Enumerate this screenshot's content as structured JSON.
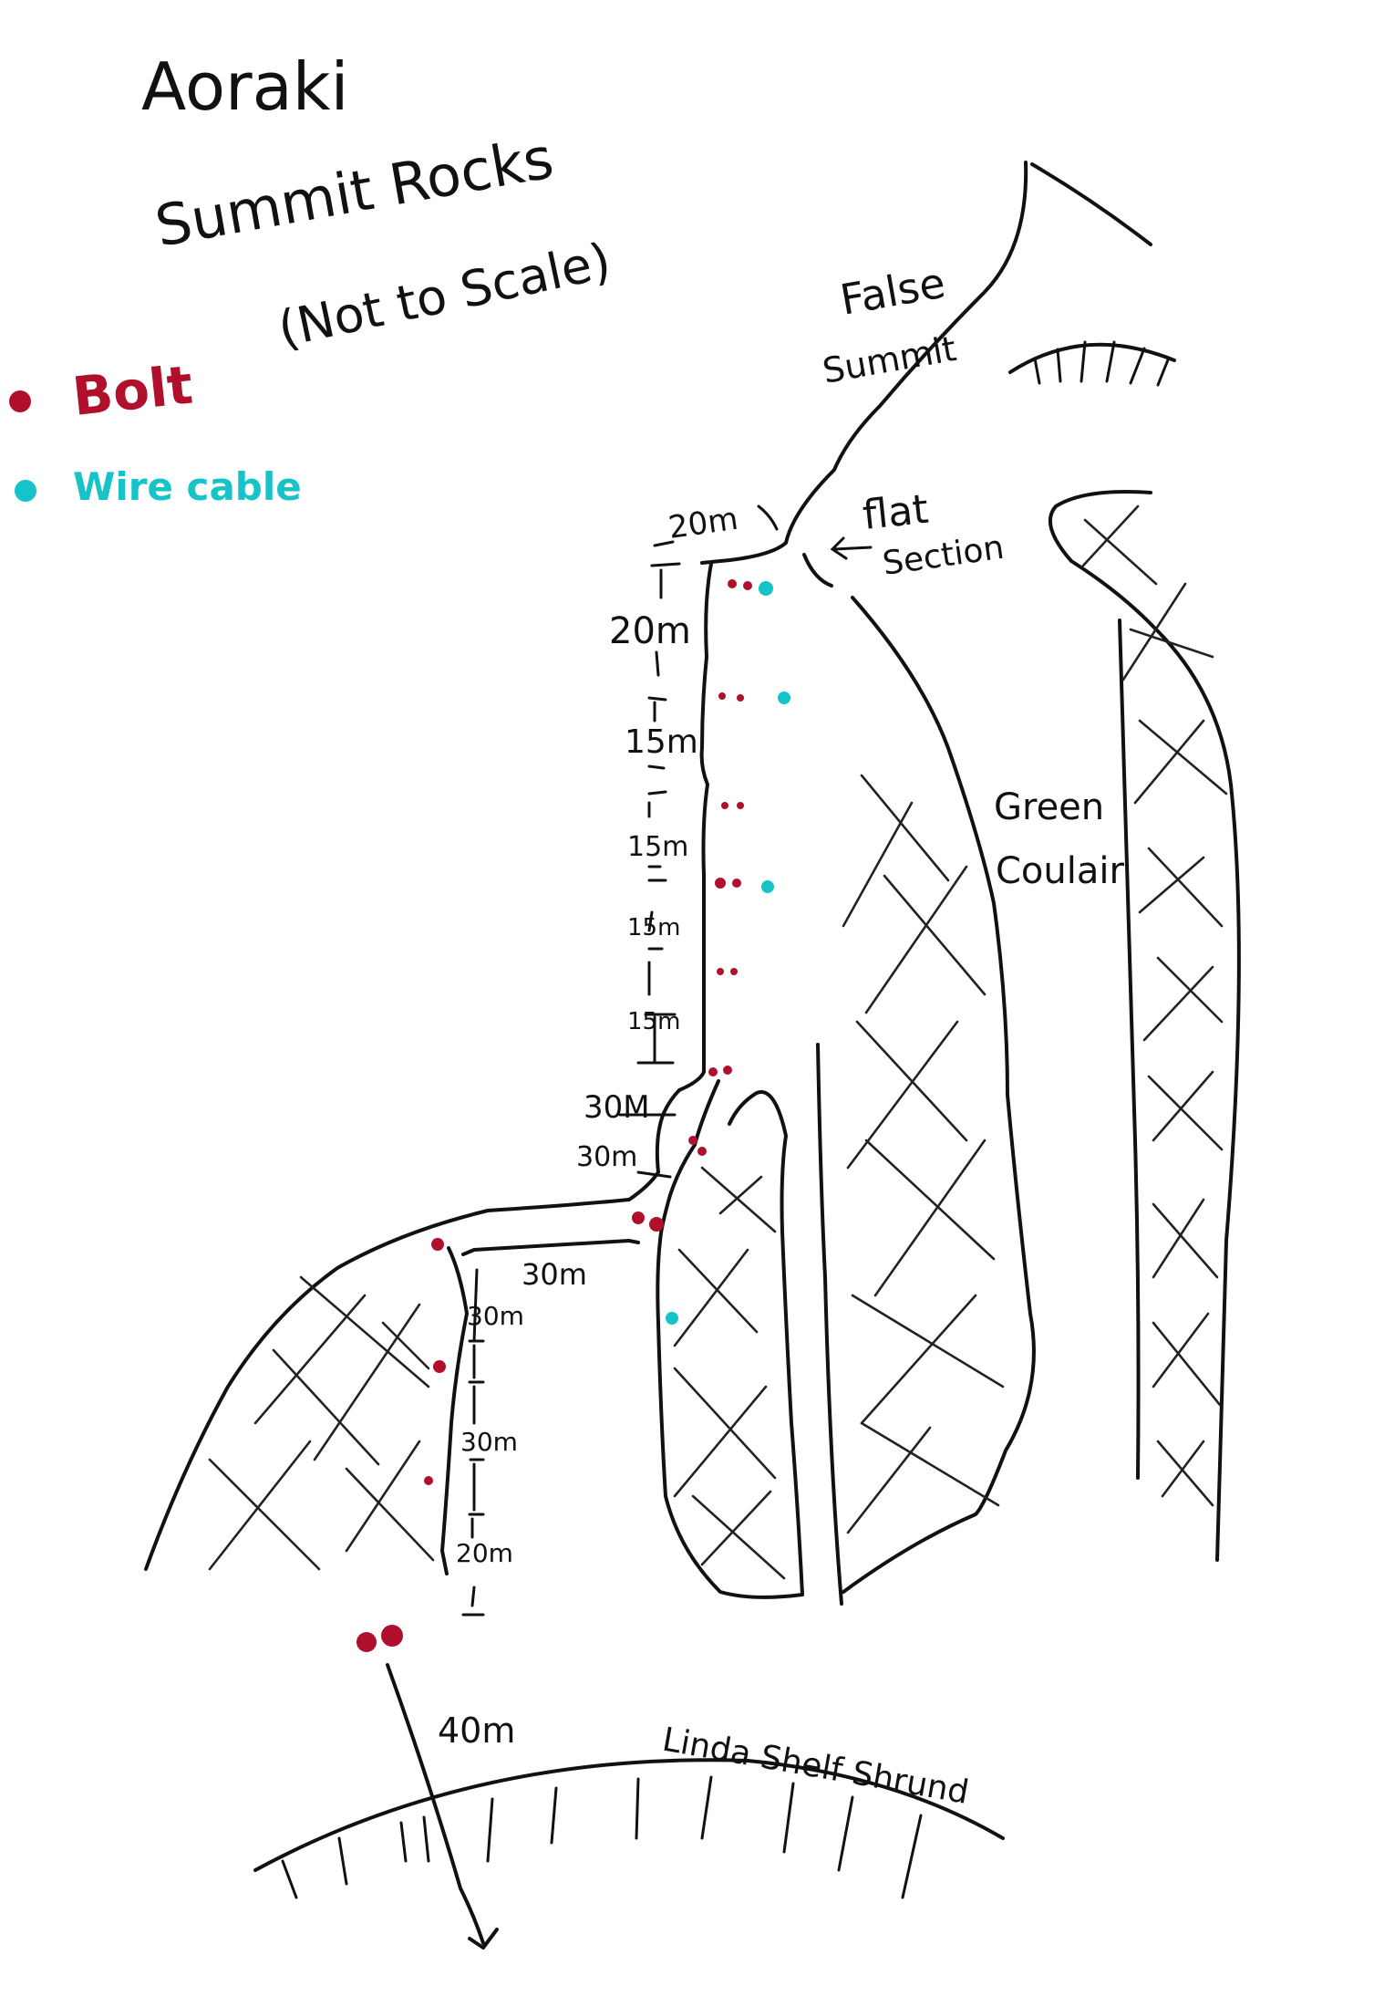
{
  "title": "Aoraki",
  "subtitle": "Summit Rocks",
  "note": "(Not to Scale)",
  "legend": {
    "items": [
      {
        "label": "Bolt",
        "color": "#b0102c",
        "icon": "bolt-dot-icon"
      },
      {
        "label": "Wire cable",
        "color": "#16c3c8",
        "icon": "wire-cable-dot-icon"
      }
    ]
  },
  "features": {
    "false_summit_line1": "False",
    "false_summit_line2": "Summit",
    "flat_section_line1": "flat",
    "flat_section_line2": "Section",
    "green_coulair_line1": "Green",
    "green_coulair_line2": "Coulair",
    "linda_shelf": "Linda Shelf Shrund"
  },
  "pitches": {
    "top": "20m",
    "upper": [
      "20m",
      "15m",
      "15m",
      "15m",
      "15m"
    ],
    "middle": [
      "30M",
      "30m"
    ],
    "traverse": "30m",
    "lower": [
      "30m",
      "30m",
      "20m"
    ],
    "approach": "40m"
  },
  "colors": {
    "ink": "#111111",
    "bolt": "#b0102c",
    "cable": "#16c3c8",
    "background": "#ffffff"
  }
}
